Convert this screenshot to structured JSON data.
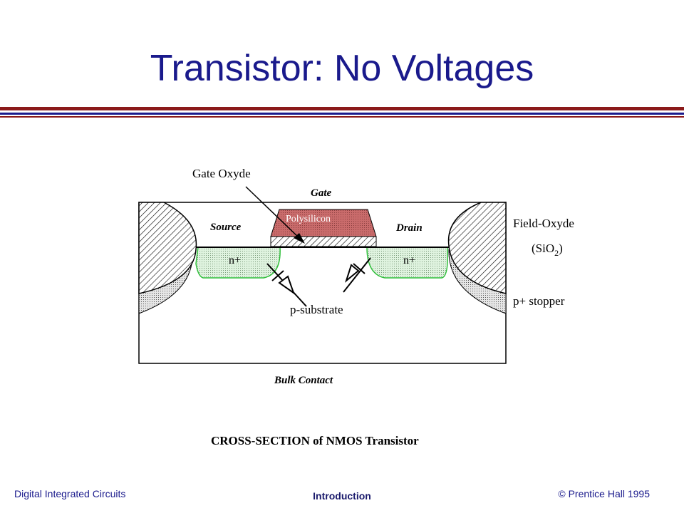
{
  "slide": {
    "title": "Transistor: No Voltages",
    "footer_left": "Digital Integrated Circuits",
    "footer_center": "Introduction",
    "footer_right": "© Prentice Hall 1995"
  },
  "diagram": {
    "labels": {
      "gate_oxide": "Gate Oxyde",
      "gate": "Gate",
      "polysilicon": "Polysilicon",
      "source": "Source",
      "drain": "Drain",
      "n_plus_left": "n+",
      "n_plus_right": "n+",
      "field_oxide": "Field-Oxyde",
      "sio2_prefix": "(SiO",
      "sio2_sub": "2",
      "sio2_suffix": ")",
      "p_stopper": "p+ stopper",
      "p_substrate": "p-substrate",
      "bulk_contact": "Bulk Contact",
      "caption": "CROSS-SECTION of NMOS Transistor"
    },
    "colors": {
      "n_plus_fill": "#d9f2d9",
      "n_plus_outline": "#2fbf3a",
      "polysilicon_fill": "#c96b6b",
      "title_blue": "#1a1a8c"
    }
  }
}
